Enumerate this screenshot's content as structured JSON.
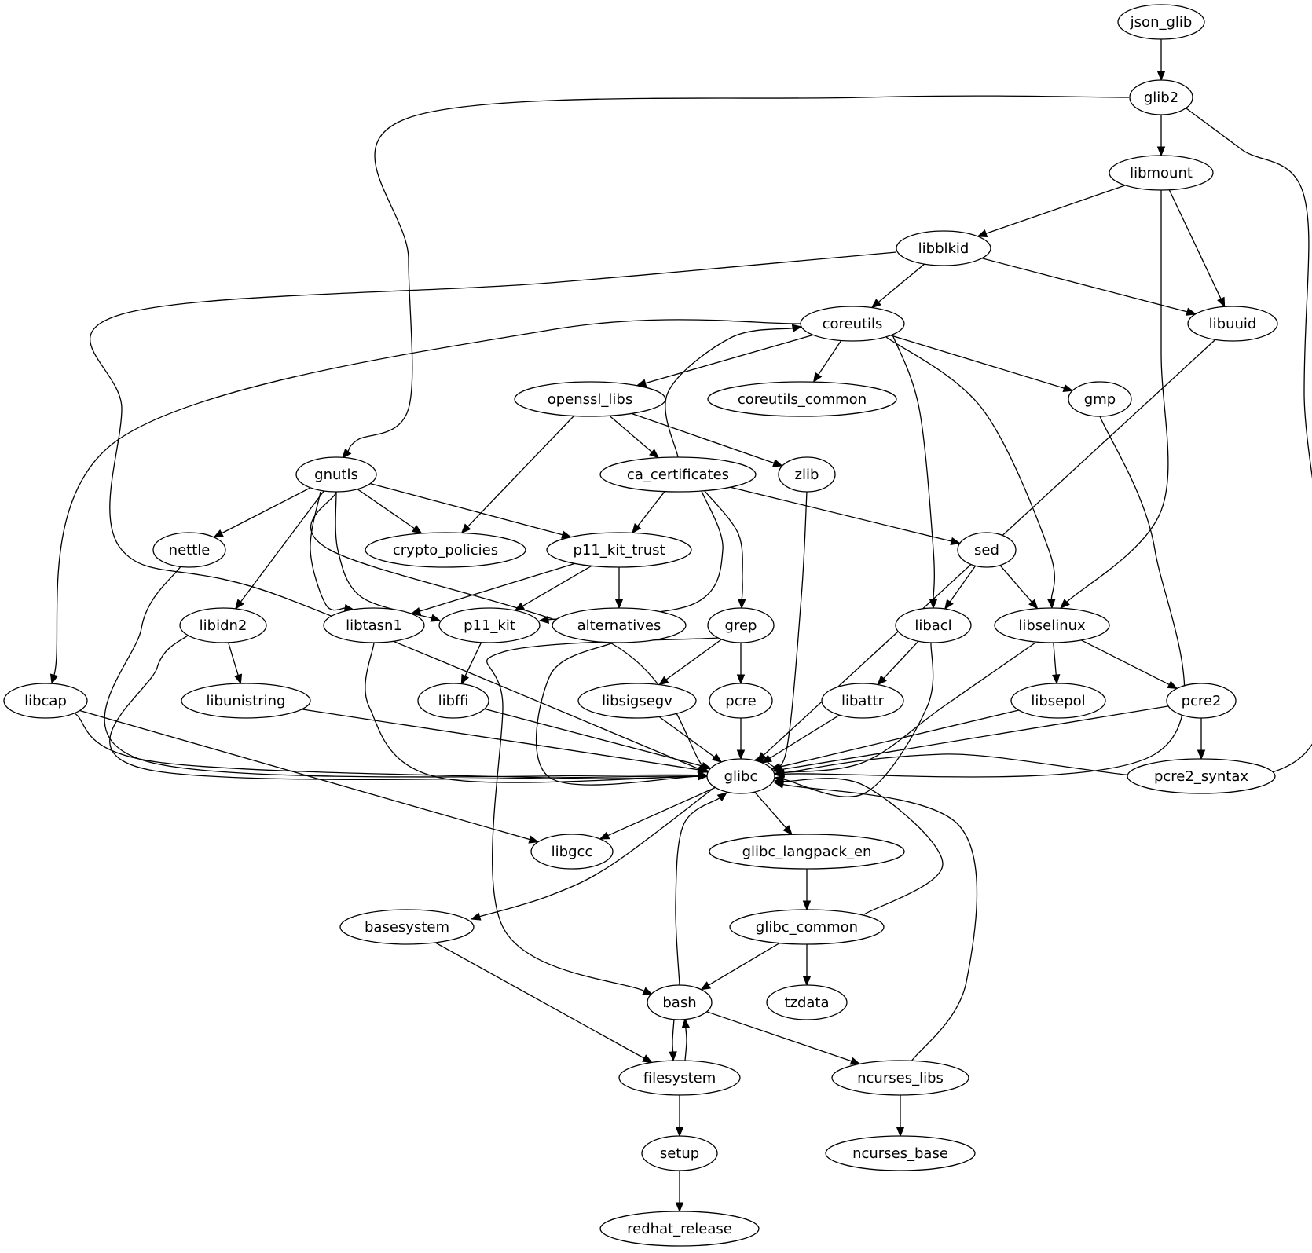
{
  "graph": {
    "type": "directed dependency graph",
    "nodes": [
      {
        "id": "json_glib",
        "label": "json_glib"
      },
      {
        "id": "glib2",
        "label": "glib2"
      },
      {
        "id": "libmount",
        "label": "libmount"
      },
      {
        "id": "libblkid",
        "label": "libblkid"
      },
      {
        "id": "libuuid",
        "label": "libuuid"
      },
      {
        "id": "coreutils",
        "label": "coreutils"
      },
      {
        "id": "openssl_libs",
        "label": "openssl_libs"
      },
      {
        "id": "coreutils_common",
        "label": "coreutils_common"
      },
      {
        "id": "gmp",
        "label": "gmp"
      },
      {
        "id": "gnutls",
        "label": "gnutls"
      },
      {
        "id": "ca_certificates",
        "label": "ca_certificates"
      },
      {
        "id": "zlib",
        "label": "zlib"
      },
      {
        "id": "nettle",
        "label": "nettle"
      },
      {
        "id": "crypto_policies",
        "label": "crypto_policies"
      },
      {
        "id": "p11_kit_trust",
        "label": "p11_kit_trust"
      },
      {
        "id": "sed",
        "label": "sed"
      },
      {
        "id": "libidn2",
        "label": "libidn2"
      },
      {
        "id": "libtasn1",
        "label": "libtasn1"
      },
      {
        "id": "p11_kit",
        "label": "p11_kit"
      },
      {
        "id": "alternatives",
        "label": "alternatives"
      },
      {
        "id": "grep",
        "label": "grep"
      },
      {
        "id": "libacl",
        "label": "libacl"
      },
      {
        "id": "libselinux",
        "label": "libselinux"
      },
      {
        "id": "libcap",
        "label": "libcap"
      },
      {
        "id": "libunistring",
        "label": "libunistring"
      },
      {
        "id": "libffi",
        "label": "libffi"
      },
      {
        "id": "libsigsegv",
        "label": "libsigsegv"
      },
      {
        "id": "pcre",
        "label": "pcre"
      },
      {
        "id": "libattr",
        "label": "libattr"
      },
      {
        "id": "libsepol",
        "label": "libsepol"
      },
      {
        "id": "pcre2",
        "label": "pcre2"
      },
      {
        "id": "glibc",
        "label": "glibc"
      },
      {
        "id": "pcre2_syntax",
        "label": "pcre2_syntax"
      },
      {
        "id": "libgcc",
        "label": "libgcc"
      },
      {
        "id": "glibc_langpack_en",
        "label": "glibc_langpack_en"
      },
      {
        "id": "basesystem",
        "label": "basesystem"
      },
      {
        "id": "glibc_common",
        "label": "glibc_common"
      },
      {
        "id": "bash",
        "label": "bash"
      },
      {
        "id": "tzdata",
        "label": "tzdata"
      },
      {
        "id": "filesystem",
        "label": "filesystem"
      },
      {
        "id": "ncurses_libs",
        "label": "ncurses_libs"
      },
      {
        "id": "setup",
        "label": "setup"
      },
      {
        "id": "ncurses_base",
        "label": "ncurses_base"
      },
      {
        "id": "redhat_release",
        "label": "redhat_release"
      }
    ],
    "edges": [
      {
        "from": "json_glib",
        "to": "glib2"
      },
      {
        "from": "glib2",
        "to": "libmount"
      },
      {
        "from": "glib2",
        "to": "gnutls"
      },
      {
        "from": "glib2",
        "to": "glibc"
      },
      {
        "from": "libmount",
        "to": "libblkid"
      },
      {
        "from": "libmount",
        "to": "libuuid"
      },
      {
        "from": "libmount",
        "to": "libselinux"
      },
      {
        "from": "libblkid",
        "to": "coreutils"
      },
      {
        "from": "libblkid",
        "to": "libuuid"
      },
      {
        "from": "libblkid",
        "to": "glibc"
      },
      {
        "from": "libuuid",
        "to": "glibc"
      },
      {
        "from": "coreutils",
        "to": "openssl_libs"
      },
      {
        "from": "coreutils",
        "to": "coreutils_common"
      },
      {
        "from": "coreutils",
        "to": "gmp"
      },
      {
        "from": "coreutils",
        "to": "libcap"
      },
      {
        "from": "coreutils",
        "to": "libacl"
      },
      {
        "from": "coreutils",
        "to": "libselinux"
      },
      {
        "from": "openssl_libs",
        "to": "ca_certificates"
      },
      {
        "from": "openssl_libs",
        "to": "zlib"
      },
      {
        "from": "openssl_libs",
        "to": "crypto_policies"
      },
      {
        "from": "ca_certificates",
        "to": "coreutils"
      },
      {
        "from": "ca_certificates",
        "to": "p11_kit_trust"
      },
      {
        "from": "ca_certificates",
        "to": "p11_kit"
      },
      {
        "from": "ca_certificates",
        "to": "grep"
      },
      {
        "from": "ca_certificates",
        "to": "sed"
      },
      {
        "from": "gmp",
        "to": "glibc"
      },
      {
        "from": "zlib",
        "to": "glibc"
      },
      {
        "from": "gnutls",
        "to": "nettle"
      },
      {
        "from": "gnutls",
        "to": "crypto_policies"
      },
      {
        "from": "gnutls",
        "to": "p11_kit_trust"
      },
      {
        "from": "gnutls",
        "to": "libidn2"
      },
      {
        "from": "gnutls",
        "to": "libtasn1"
      },
      {
        "from": "gnutls",
        "to": "p11_kit"
      },
      {
        "from": "gnutls",
        "to": "glibc"
      },
      {
        "from": "nettle",
        "to": "glibc"
      },
      {
        "from": "p11_kit_trust",
        "to": "libtasn1"
      },
      {
        "from": "p11_kit_trust",
        "to": "p11_kit"
      },
      {
        "from": "p11_kit_trust",
        "to": "alternatives"
      },
      {
        "from": "sed",
        "to": "libacl"
      },
      {
        "from": "sed",
        "to": "libselinux"
      },
      {
        "from": "libidn2",
        "to": "libunistring"
      },
      {
        "from": "libidn2",
        "to": "glibc"
      },
      {
        "from": "libtasn1",
        "to": "glibc"
      },
      {
        "from": "p11_kit",
        "to": "libffi"
      },
      {
        "from": "alternatives",
        "to": "glibc"
      },
      {
        "from": "grep",
        "to": "libsigsegv"
      },
      {
        "from": "grep",
        "to": "pcre"
      },
      {
        "from": "grep",
        "to": "bash"
      },
      {
        "from": "libacl",
        "to": "libattr"
      },
      {
        "from": "libacl",
        "to": "glibc"
      },
      {
        "from": "libselinux",
        "to": "libsepol"
      },
      {
        "from": "libselinux",
        "to": "pcre2"
      },
      {
        "from": "libselinux",
        "to": "glibc"
      },
      {
        "from": "libcap",
        "to": "glibc"
      },
      {
        "from": "libcap",
        "to": "libgcc"
      },
      {
        "from": "libunistring",
        "to": "glibc"
      },
      {
        "from": "libffi",
        "to": "glibc"
      },
      {
        "from": "libsigsegv",
        "to": "glibc"
      },
      {
        "from": "pcre",
        "to": "glibc"
      },
      {
        "from": "libattr",
        "to": "glibc"
      },
      {
        "from": "libsepol",
        "to": "glibc"
      },
      {
        "from": "pcre2",
        "to": "glibc"
      },
      {
        "from": "pcre2",
        "to": "pcre2_syntax"
      },
      {
        "from": "glibc",
        "to": "libgcc"
      },
      {
        "from": "glibc",
        "to": "glibc_langpack_en"
      },
      {
        "from": "glibc",
        "to": "basesystem"
      },
      {
        "from": "glibc_langpack_en",
        "to": "glibc_common"
      },
      {
        "from": "glibc_common",
        "to": "glibc"
      },
      {
        "from": "glibc_common",
        "to": "bash"
      },
      {
        "from": "glibc_common",
        "to": "tzdata"
      },
      {
        "from": "basesystem",
        "to": "filesystem"
      },
      {
        "from": "bash",
        "to": "glibc"
      },
      {
        "from": "bash",
        "to": "filesystem"
      },
      {
        "from": "bash",
        "to": "ncurses_libs"
      },
      {
        "from": "filesystem",
        "to": "bash"
      },
      {
        "from": "filesystem",
        "to": "setup"
      },
      {
        "from": "ncurses_libs",
        "to": "glibc"
      },
      {
        "from": "ncurses_libs",
        "to": "ncurses_base"
      },
      {
        "from": "setup",
        "to": "redhat_release"
      }
    ]
  }
}
